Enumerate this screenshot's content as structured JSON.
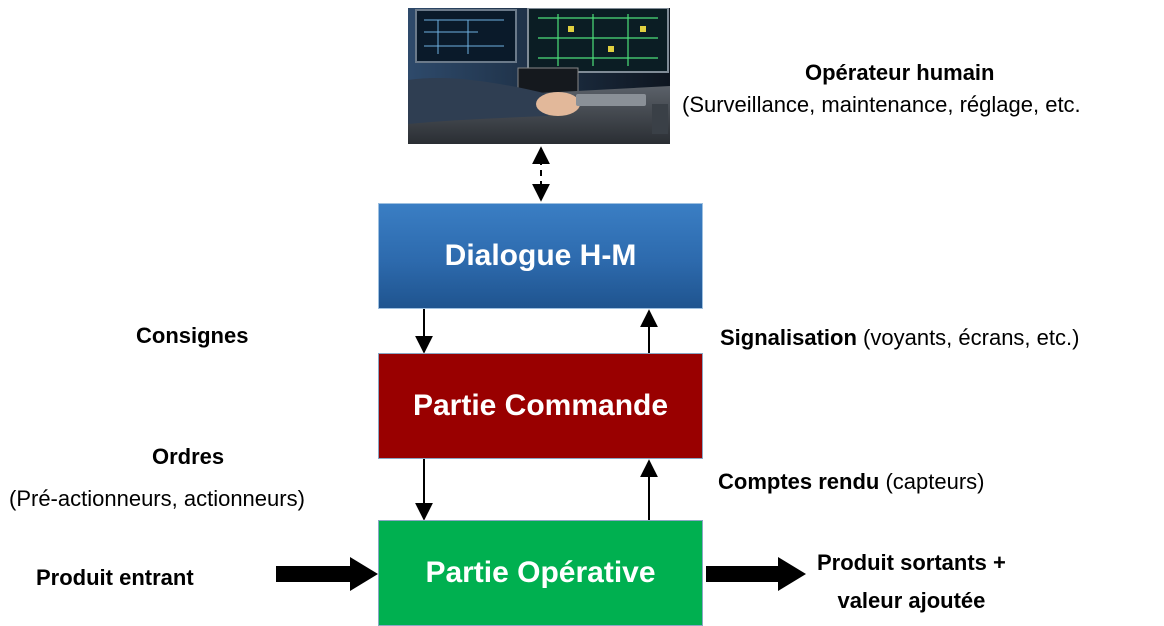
{
  "operator": {
    "title": "Opérateur humain",
    "subtitle": "(Surveillance, maintenance, réglage, etc."
  },
  "boxes": {
    "dialogue": {
      "label": "Dialogue H-M",
      "color": "#2e6fb3"
    },
    "commande": {
      "label": "Partie Commande",
      "color": "#990000"
    },
    "operative": {
      "label": "Partie Opérative",
      "color": "#00b050"
    }
  },
  "flows": {
    "consignes": "Consignes",
    "signalisation_bold": "Signalisation",
    "signalisation_rest": " (voyants, écrans, etc.)",
    "ordres": "Ordres",
    "ordres_sub": "(Pré-actionneurs, actionneurs)",
    "comptes_bold": "Comptes rendu",
    "comptes_rest": " (capteurs)",
    "entrant": "Produit entrant",
    "sortant_line1": "Produit sortants +",
    "sortant_line2": "valeur ajoutée"
  },
  "icons": {
    "photo": "operator-at-control-desk-image"
  }
}
